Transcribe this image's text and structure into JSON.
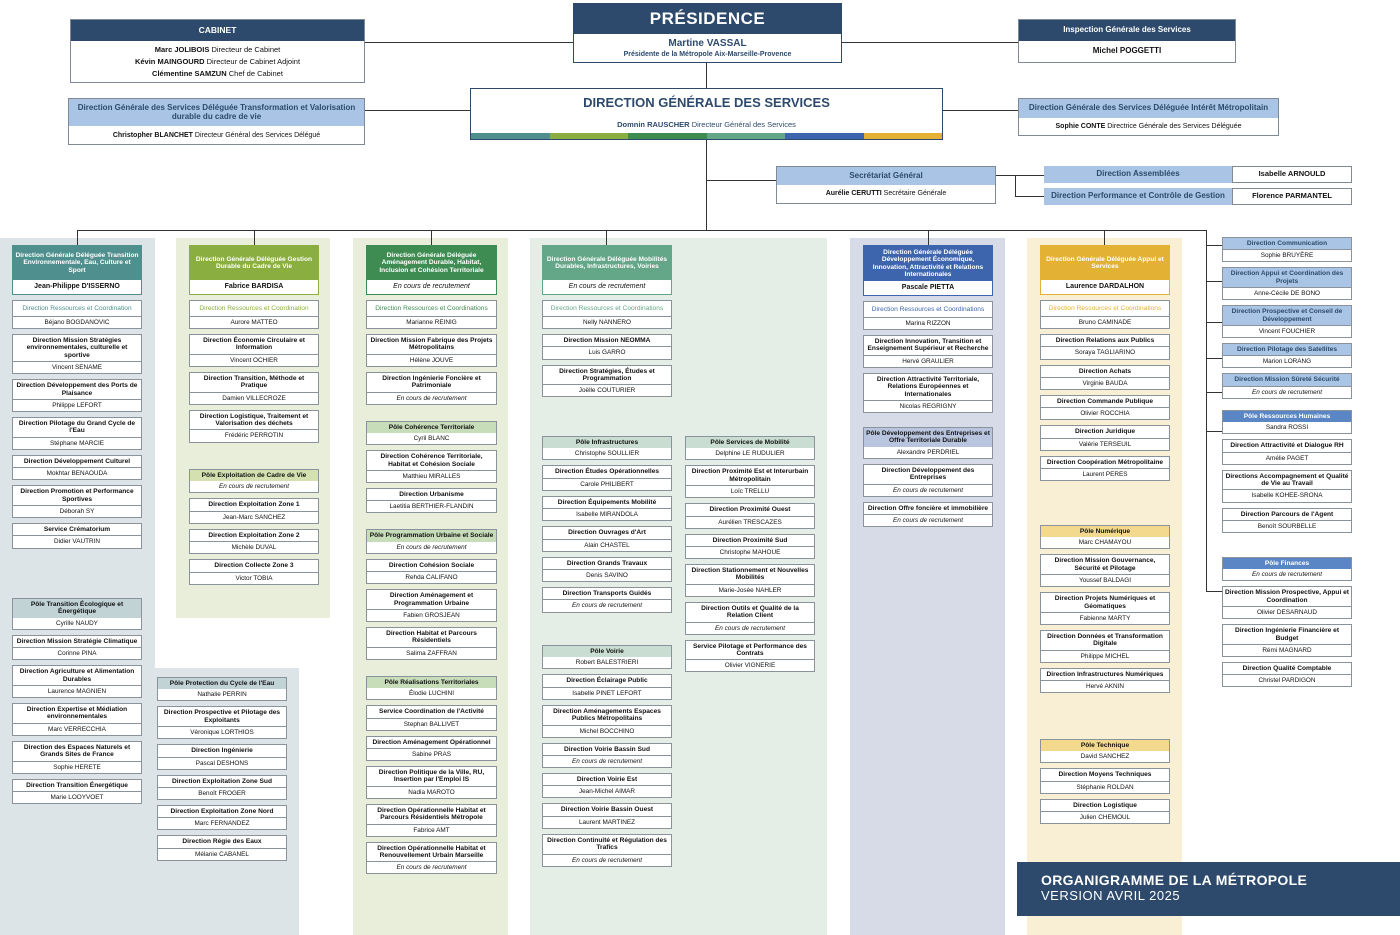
{
  "colors": {
    "navy": "#2d4a6d",
    "lightblue": "#a9c4e4",
    "teal": "#4f8f8d",
    "green": "#8aae3f",
    "darkgreen": "#3e8c52",
    "mint": "#64a788",
    "blue": "#3d65ad",
    "gold": "#e3b234",
    "panelgrey": "#dde4e7",
    "panelgreen": "#e9eedb",
    "panelblue": "#d6dbe7",
    "panelcream": "#f8efd5"
  },
  "presidence": {
    "title": "PRÉSIDENCE",
    "name": "Martine VASSAL",
    "role": "Présidente de la Métropole Aix-Marseille-Provence"
  },
  "cabinet": {
    "title": "CABINET",
    "people": [
      {
        "name": "Marc JOLIBOIS",
        "role": "Directeur de Cabinet"
      },
      {
        "name": "Kévin MAINGOURD",
        "role": "Directeur de Cabinet Adjoint"
      },
      {
        "name": "Clémentine SAMZUN",
        "role": "Chef de Cabinet"
      }
    ]
  },
  "inspection": {
    "title": "Inspection Générale des Services",
    "name": "Michel POGGETTI"
  },
  "dgs": {
    "title": "DIRECTION GÉNÉRALE DES SERVICES",
    "name": "Domnin RAUSCHER",
    "role": "Directeur Général des Services"
  },
  "dgsd_transfo": {
    "title": "Direction Générale des Services Déléguée Transformation et Valorisation durable du cadre de vie",
    "name": "Christopher BLANCHET",
    "role": "Directeur Général des Services Délégué"
  },
  "dgsd_interet": {
    "title": "Direction Générale des Services Déléguée Intérêt Métropolitain",
    "name": "Sophie CONTE",
    "role": "Directrice Générale des Services Déléguée"
  },
  "secretariat": {
    "title": "Secrétariat Général",
    "name": "Aurélie CERUTTI",
    "role": "Secrétaire Générale"
  },
  "assemblees": {
    "title": "Direction Assemblées",
    "name": "Isabelle ARNOULD"
  },
  "performance": {
    "title": "Direction  Performance et Contrôle de Gestion",
    "name": "Florence PARMANTEL"
  },
  "footer": {
    "line1": "ORGANIGRAMME DE LA MÉTROPOLE",
    "line2": "VERSION AVRIL 2025"
  },
  "col1": {
    "head": "Direction Générale Déléguée Transition Environnementale, Eau, Culture et Sport",
    "lead": "Jean-Philippe D'ISSERNO",
    "rc": "Direction Ressources et Coordination",
    "rc_name": "Béjano BOGDANOVIC",
    "items": [
      [
        "Direction Mission Stratégies environnementales, culturelle et sportive",
        "Vincent SENAME"
      ],
      [
        "Direction Développement des Ports de Plaisance",
        "Philippe LEFORT"
      ],
      [
        "Direction Pilotage du Grand Cycle de l'Eau",
        "Stéphane MARCIE"
      ],
      [
        "Direction Développement Culturel",
        "Mokhtar BENAOUDA"
      ],
      [
        "Direction Promotion et Performance Sportives",
        "Déborah SY"
      ],
      [
        "Service Crématorium",
        "Didier VAUTRIN"
      ]
    ],
    "pole": "Pôle Transition Écologique et Énergétique",
    "pole_name": "Cyrille NAUDY",
    "pole_items": [
      [
        "Direction Mission Stratégie Climatique",
        "Corinne PINA"
      ],
      [
        "Direction Agriculture et Alimentation Durables",
        "Laurence MAGNIEN"
      ],
      [
        "Direction Expertise et Médiation environnementales",
        "Marc VERRECCHIA"
      ],
      [
        "Direction des Espaces Naturels et Grands Sites de France",
        "Sophie HERETE"
      ],
      [
        "Direction Transition Énergétique",
        "Marie LOOYVOET"
      ]
    ]
  },
  "pole_eau": {
    "title": "Pôle Protection du Cycle de l'Eau",
    "name": "Nathalie PERRIN",
    "items": [
      [
        "Direction Prospective et Pilotage des Exploitants",
        "Véronique LORTHIOS"
      ],
      [
        "Direction Ingénierie",
        "Pascal DESHONS"
      ],
      [
        "Direction Exploitation Zone Sud",
        "Benoît FROGER"
      ],
      [
        "Direction Exploitation Zone Nord",
        "Marc FERNANDEZ"
      ],
      [
        "Direction Régie des Eaux",
        "Mélanie CABANEL"
      ]
    ]
  },
  "col2": {
    "head": "Direction Générale Déléguée Gestion Durable du Cadre de Vie",
    "lead": "Fabrice BARDISA",
    "rc": "Direction Ressources et Coordination",
    "rc_name": "Aurore MATTEO",
    "items": [
      [
        "Direction Économie Circulaire et Information",
        "Vincent OCHIER"
      ],
      [
        "Direction Transition, Méthode et Pratique",
        "Damien VILLECROZE"
      ],
      [
        "Direction Logistique, Traitement et Valorisation des déchets",
        "Frédéric PERROTIN"
      ]
    ],
    "pole": "Pôle Exploitation de Cadre de Vie",
    "pole_name": "En cours de recrutement",
    "pole_items": [
      [
        "Direction Exploitation Zone 1",
        "Jean-Marc SANCHEZ"
      ],
      [
        "Direction Exploitation Zone 2",
        "Michèle DUVAL"
      ],
      [
        "Direction Collecte Zone 3",
        "Victor TOBIA"
      ]
    ]
  },
  "col3": {
    "head": "Direction Générale Déléguée Aménagement Durable, Habitat, Inclusion et Cohésion Territoriale",
    "lead": "En cours de recrutement",
    "rc": "Direction Ressources et Coordinations",
    "rc_name": "Marianne REINIG",
    "items": [
      [
        "Direction Mission Fabrique des Projets Métropolitains",
        "Hélène JOUVE"
      ],
      [
        "Direction Ingénierie Foncière et Patrimoniale",
        "En cours de recrutement"
      ]
    ],
    "poles": [
      {
        "title": "Pôle Cohérence Territoriale",
        "name": "Cyril BLANC",
        "items": [
          [
            "Direction Cohérence Territoriale, Habitat et Cohésion Sociale",
            "Matthieu MIRALLES"
          ],
          [
            "Direction Urbanisme",
            "Laetitia BERTHIER-FLANDIN"
          ]
        ]
      },
      {
        "title": "Pôle Programmation Urbaine et Sociale",
        "name": "En cours de recrutement",
        "items": [
          [
            "Direction Cohésion Sociale",
            "Rehda CALIFANO"
          ],
          [
            "Direction Aménagement et Programmation Urbaine",
            "Fabien GROSJEAN"
          ],
          [
            "Direction Habitat et Parcours Résidentiels",
            "Salima ZAFFRAN"
          ]
        ]
      },
      {
        "title": "Pôle Réalisations Territoriales",
        "name": "Élodie LUCHINI",
        "items": [
          [
            "Service Coordination de l'Activité",
            "Stephan BALLIVET"
          ],
          [
            "Direction Aménagement Opérationnel",
            "Sabine PRAS"
          ],
          [
            "Direction Politique de la Ville, RU, Insertion par l'Emploi IS",
            "Nadia MAROTO"
          ],
          [
            "Direction Opérationnelle Habitat et Parcours Résidentiels Métropole",
            "Fabrice AMT"
          ],
          [
            "Direction Opérationnelle Habitat et Renouvellement Urbain Marseille",
            "En cours de recrutement"
          ]
        ]
      }
    ]
  },
  "col4": {
    "head": "Direction Générale Déléguée Mobilités Durables, Infrastructures, Voiries",
    "lead": "En cours de recrutement",
    "rc": "Direction Ressources et Coordinations",
    "rc_name": "Nelly NANNERO",
    "items": [
      [
        "Direction Mission NEOMMA",
        "Luis GARRO"
      ],
      [
        "Direction Stratégies, Études et Programmation",
        "Joëlle COUTURIER"
      ]
    ],
    "pole_infra": {
      "title": "Pôle Infrastructures",
      "name": "Christophe SOULLIER",
      "items": [
        [
          "Direction Études Opérationnelles",
          "Carole PHILIBERT"
        ],
        [
          "Direction Équipements Mobilité",
          "Isabelle MIRANDOLA"
        ],
        [
          "Direction Ouvrages d'Art",
          "Alain CHASTEL"
        ],
        [
          "Direction Grands Travaux",
          "Denis SAVINO"
        ],
        [
          "Direction Transports Guidés",
          "En cours de recrutement"
        ]
      ]
    },
    "pole_svc": {
      "title": "Pôle Services de Mobilité",
      "name": "Delphine LE RUDULIER",
      "items": [
        [
          "Direction Proximité Est et Interurbain Métropolitain",
          "Loïc TRELLU"
        ],
        [
          "Direction Proximité Ouest",
          "Aurélien TRESCAZES"
        ],
        [
          "Direction Proximité Sud",
          "Christophe MAHOUE"
        ],
        [
          "Direction Stationnement et Nouvelles Mobilités",
          "Marie-Josée NAHLER"
        ],
        [
          "Direction Outils et Qualité de la Relation Client",
          "En cours de recrutement"
        ],
        [
          "Service Pilotage et Performance des Contrats",
          "Olivier VIGNERIE"
        ]
      ]
    },
    "pole_voirie": {
      "title": "Pôle Voirie",
      "name": "Robert BALESTRIERI",
      "items": [
        [
          "Direction Éclairage Public",
          "Isabelle PINET LEFORT"
        ],
        [
          "Direction Aménagements Espaces Publics Métropolitains",
          "Michel BOCCHINO"
        ],
        [
          "Direction Voirie Bassin Sud",
          "En cours de recrutement"
        ],
        [
          "Direction Voirie Est",
          "Jean-Michel AIMAR"
        ],
        [
          "Direction Voirie Bassin Ouest",
          "Laurent MARTINEZ"
        ],
        [
          "Direction Continuité et Régulation des Trafics",
          "En cours de recrutement"
        ]
      ]
    }
  },
  "col5": {
    "head": "Direction Générale Déléguée Développement Économique, Innovation, Attractivité et Relations Internationales",
    "lead": "Pascale PIETTA",
    "rc": "Direction Ressources et Coordinations",
    "rc_name": "Marina RIZZON",
    "items": [
      [
        "Direction Innovation, Transition et Enseignement Supérieur et Recherche",
        "Hervé GRAULIER"
      ],
      [
        "Direction Attractivité Territoriale, Relations Européennes et Internationales",
        "Nicolas REGRIGNY"
      ]
    ],
    "pole": "Pôle Développement des Entreprises et Offre Territoriale Durable",
    "pole_name": "Alexandre PERDRIEL",
    "pole_items": [
      [
        "Direction Développement des Entreprises",
        "En cours de recrutement"
      ],
      [
        "Direction  Offre foncière et immobilière",
        "En cours de recrutement"
      ]
    ]
  },
  "col6": {
    "head": "Direction Générale Déléguée Appui et Services",
    "lead": "Laurence DARDALHON",
    "rc": "Direction Ressources et Coordinations",
    "rc_name": "Bruno CAMINADE",
    "items": [
      [
        "Direction Relations aux Publics",
        "Soraya TAGLIARINO"
      ],
      [
        "Direction Achats",
        "Virginie BAUDA"
      ],
      [
        "Direction Commande Publique",
        "Olivier ROCCHIA"
      ],
      [
        "Direction Juridique",
        "Valérie TERSEUIL"
      ],
      [
        "Direction Coopération Métropolitaine",
        "Laurent PERES"
      ]
    ],
    "pole_num": {
      "title": "Pôle Numérique",
      "name": "Marc CHAMAYOU",
      "items": [
        [
          "Direction Mission Gouvernance, Sécurité et Pilotage",
          "Youssef BALDAGI"
        ],
        [
          "Direction Projets Numériques et Géomatiques",
          "Fabienne MARTY"
        ],
        [
          "Direction Données et Transformation Digitale",
          "Philippe MICHEL"
        ],
        [
          "Direction Infrastructures Numériques",
          "Hervé AKNIN"
        ]
      ]
    },
    "pole_tech": {
      "title": "Pôle Technique",
      "name": "David SANCHEZ",
      "items": [
        [
          "Direction Moyens Techniques",
          "Stéphanie ROLDAN"
        ],
        [
          "Direction Logistique",
          "Julien CHEMOUL"
        ]
      ]
    }
  },
  "col7": {
    "items": [
      [
        "Direction Communication",
        "Sophie BRUYÈRE"
      ],
      [
        "Direction Appui et Coordination des Projets",
        "Anne-Cécile DE BONO"
      ],
      [
        "Direction Prospective et Conseil de Développement",
        "Vincent FOUCHIER"
      ],
      [
        "Direction Pilotage des Satellites",
        "Marion LORANG"
      ],
      [
        "Direction Mission Sûreté Sécurité",
        "En cours de recrutement"
      ]
    ],
    "pole_rh": {
      "title": "Pôle Ressources Humaines",
      "name": "Sandra ROSSI",
      "items": [
        [
          "Direction Attractivité et Dialogue RH",
          "Amélie PAGET"
        ],
        [
          "Directions Accompagnement et Qualité de Vie au Travail",
          "Isabelle KOHEE-SRONA"
        ],
        [
          "Direction Parcours de l'Agent",
          "Benoît SOURBELLE"
        ]
      ]
    },
    "pole_fin": {
      "title": "Pôle Finances",
      "name": "En cours de recrutement",
      "items": [
        [
          "Direction Mission Prospective, Appui et Coordination",
          "Olivier DESARNAUD"
        ],
        [
          "Direction Ingénierie Financière et Budget",
          "Rémi MAGNARD"
        ],
        [
          "Direction Qualité Comptable",
          "Christel PARDIGON"
        ]
      ]
    }
  }
}
